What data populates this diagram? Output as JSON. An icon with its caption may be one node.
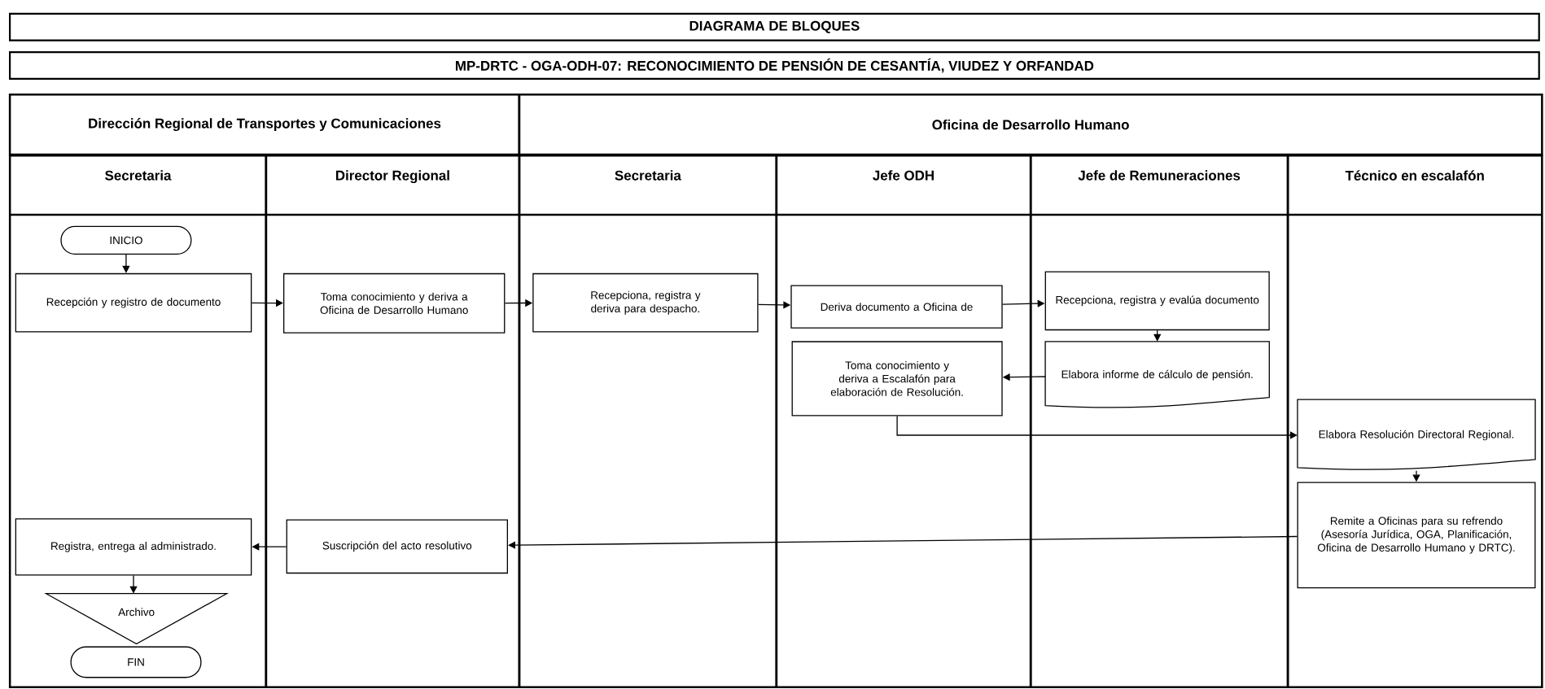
{
  "diagram": {
    "title": "DIAGRAMA DE BLOQUES",
    "nodes": [
      {
        "text": [
          "Dirección Regional de Transportes y Comunicaciones"
        ]
      },
      {
        "text": [
          "Oficina de Desarrollo Humano"
        ]
      },
      {
        "text": [
          "Secretaria"
        ]
      },
      {
        "text": [
          "Director Regional"
        ]
      },
      {
        "text": [
          "Secretaria"
        ]
      },
      {
        "text": [
          "Jefe ODH"
        ]
      },
      {
        "text": [
          "Jefe de Remuneraciones"
        ]
      },
      {
        "text": [
          "Técnico en escalafón"
        ]
      },
      {
        "text": [
          "INICIO"
        ],
        "in": 2
      },
      {
        "text": [
          "Recepción y registro de documento"
        ],
        "in": 2
      },
      {
        "text": [
          "Toma conocimiento y deriva a Oficina de Desarrollo Humano"
        ],
        "in": 3
      },
      {
        "text": [
          "Recepciona, registra y deriva para despacho."
        ],
        "in": 4
      },
      {
        "text": [
          "Deriva documento a Oficina de"
        ],
        "in": 5
      },
      {
        "text": [
          "Recepciona, registra y evalúa documento"
        ],
        "in": 6
      },
      {
        "text": [
          "Elabora informe de cálculo de pensión."
        ],
        "in": 6
      },
      {
        "text": [
          "Toma conocimiento y deriva a Escalafón para elaboración de Resolución."
        ],
        "in": 5
      },
      {
        "text": [
          "Elabora Resolución Directoral Regional."
        ],
        "in": 7
      },
      {
        "text": [
          "Remite a Oficinas para su refrendo (Asesoría Jurídica, OGA, Planificación, Oficina de Desarrollo Humano y DRTC)."
        ],
        "in": 7
      },
      {
        "text": [
          "Suscripción del acto resolutivo"
        ],
        "in": 3
      },
      {
        "text": [
          "Registra, entrega al administrado."
        ],
        "in": 2
      },
      {
        "text": [
          "Archivo"
        ],
        "in": 2
      },
      {
        "text": [
          "FIN"
        ],
        "in": 2
      }
    ],
    "edges": [
      {
        "from": 8,
        "to": 9,
        "arrow": "to"
      },
      {
        "from": 9,
        "to": 10,
        "arrow": "to"
      },
      {
        "from": 10,
        "to": 11,
        "arrow": "to"
      },
      {
        "from": 11,
        "to": 12,
        "arrow": "to"
      },
      {
        "from": 12,
        "to": 13,
        "arrow": "to"
      },
      {
        "from": 13,
        "to": 14,
        "arrow": "to"
      },
      {
        "from": 14,
        "to": 15,
        "arrow": "to"
      },
      {
        "from": 15,
        "to": 16,
        "arrow": "to"
      },
      {
        "from": 16,
        "to": 17,
        "arrow": "to"
      },
      {
        "from": 17,
        "to": 18,
        "arrow": "to"
      },
      {
        "from": 18,
        "to": 19,
        "arrow": "to"
      },
      {
        "from": 19,
        "to": 20,
        "arrow": "to"
      }
    ],
    "labels": [
      "MP-DRTC - OGA-ODH-07: RECONOCIMIENTO DE PENSIÓN DE CESANTÍA, VIUDEZ Y ORFANDAD"
    ]
  }
}
